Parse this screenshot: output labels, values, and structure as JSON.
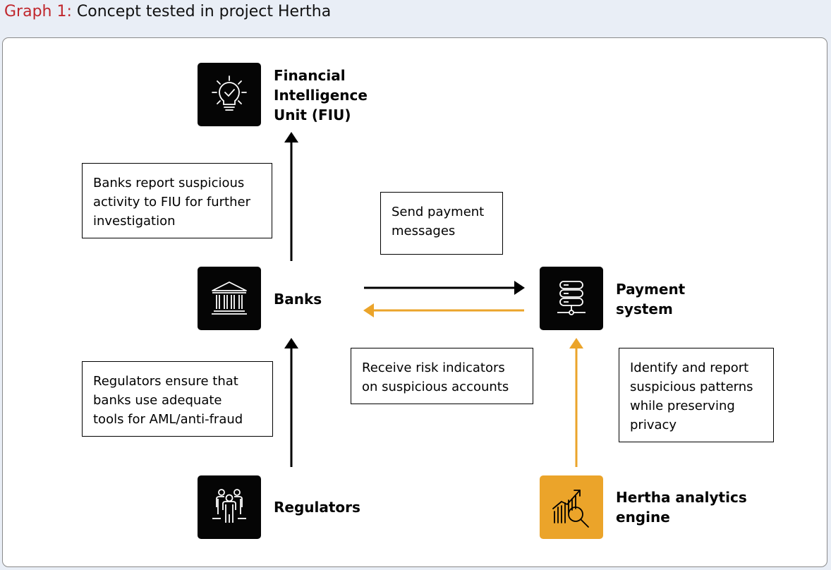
{
  "figure": {
    "label": "Graph 1:",
    "title": "Concept tested in project Hertha"
  },
  "nodes": {
    "fiu": {
      "lines": [
        "Financial",
        "Intelligence",
        "Unit (FIU)"
      ],
      "icon": "lightbulb-icon"
    },
    "banks": {
      "lines": [
        "Banks"
      ],
      "icon": "bank-building-icon"
    },
    "payment": {
      "lines": [
        "Payment",
        "system"
      ],
      "icon": "server-icon"
    },
    "regulators": {
      "lines": [
        "Regulators"
      ],
      "icon": "regulators-people-icon"
    },
    "hertha": {
      "lines": [
        "Hertha analytics",
        "engine"
      ],
      "icon": "analytics-chart-magnifier-icon"
    }
  },
  "boxes": {
    "report": [
      "Banks report suspicious",
      "activity to FIU for further",
      "investigation"
    ],
    "send": [
      "Send payment",
      "messages"
    ],
    "receive": [
      "Receive risk indicators",
      "on suspicious accounts"
    ],
    "regulate": [
      "Regulators ensure that",
      "banks use adequate",
      "tools for AML/anti-fraud"
    ],
    "identify": [
      "Identify and report",
      "suspicious patterns",
      "while preserving",
      "privacy"
    ]
  },
  "colors": {
    "title_label": "#c0272d",
    "icon_dark": "#050505",
    "accent_orange": "#eba42a",
    "background": "#e9eef6"
  }
}
